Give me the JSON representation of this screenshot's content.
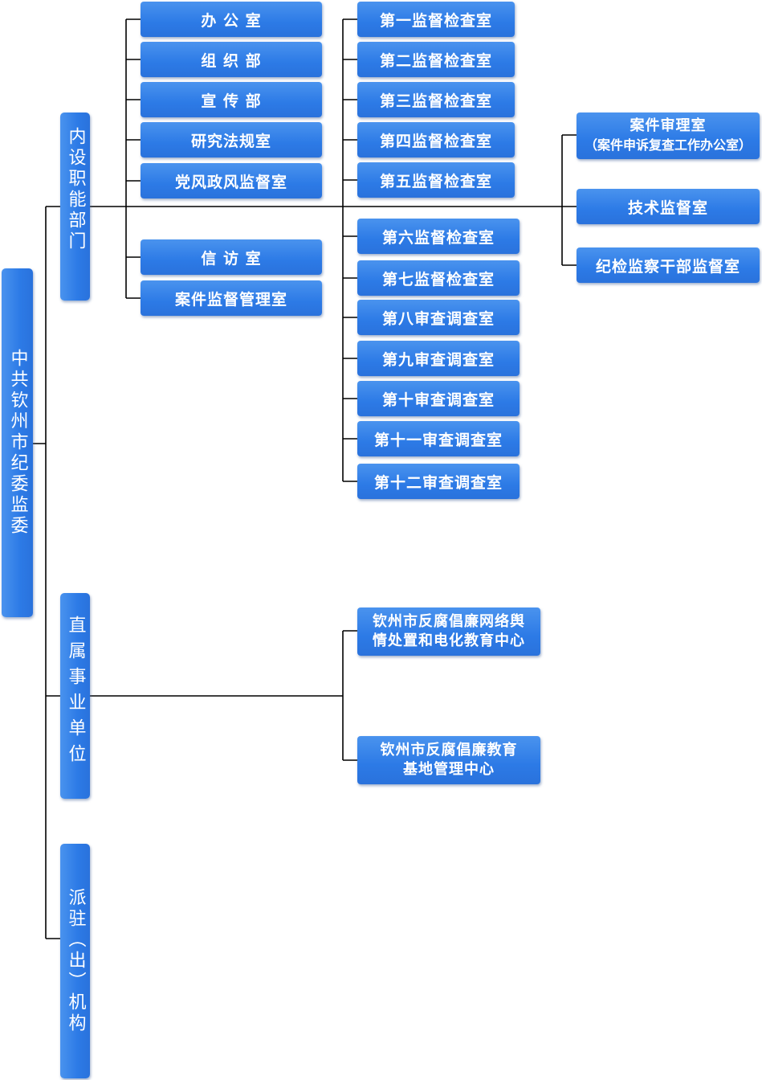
{
  "root": {
    "label": "中共钦州市纪委监委"
  },
  "categories": [
    {
      "label": "内设职能部门"
    },
    {
      "label": "直属事业单位"
    },
    {
      "label": "派驻（出）机构"
    }
  ],
  "internal_col1": [
    "办 公 室",
    "组 织 部",
    "宣 传 部",
    "研究法规室",
    "党风政风监督室",
    "信 访 室",
    "案件监督管理室"
  ],
  "internal_col2": [
    "第一监督检查室",
    "第二监督检查室",
    "第三监督检查室",
    "第四监督检查室",
    "第五监督检查室",
    "第六监督检查室",
    "第七监督检查室",
    "第八审查调查室",
    "第九审查调查室",
    "第十审查调查室",
    "第十一审查调查室",
    "第十二审查调查室"
  ],
  "internal_col3": [
    {
      "line1": "案件审理室",
      "line2": "（案件申诉复查工作办公室）"
    },
    {
      "line1": "技术监督室"
    },
    {
      "line1": "纪检监察干部监督室"
    }
  ],
  "affiliated_units": [
    {
      "line1": "钦州市反腐倡廉网络舆",
      "line2": "情处置和电化教育中心"
    },
    {
      "line1": "钦州市反腐倡廉教育",
      "line2": "基地管理中心"
    }
  ],
  "colors": {
    "box": "#2c7ae6",
    "line": "#000000"
  }
}
